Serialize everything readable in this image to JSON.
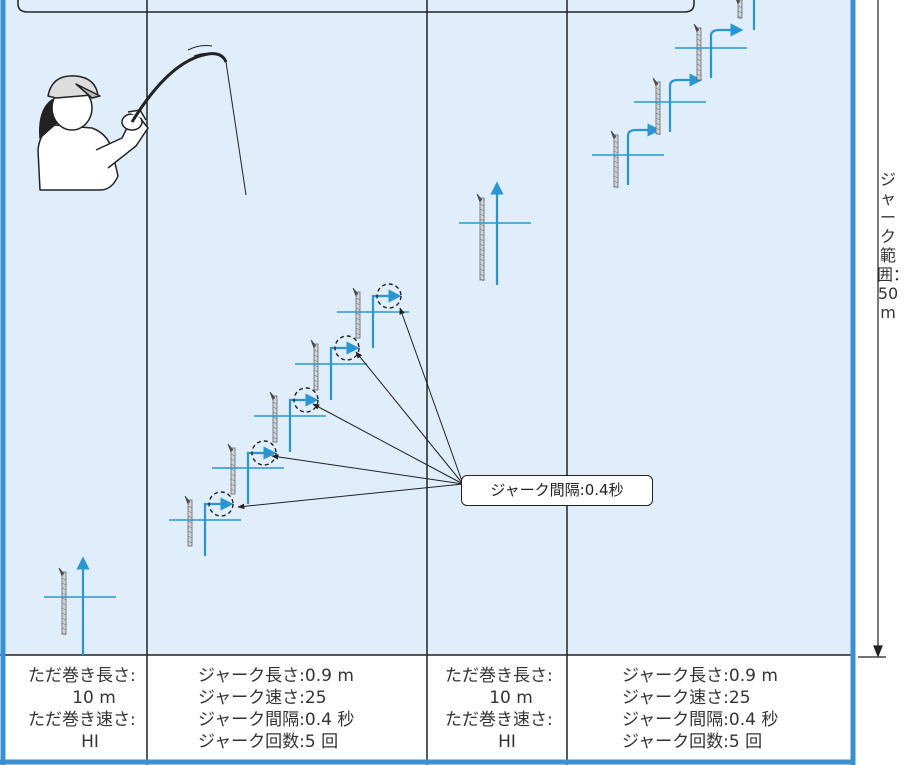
{
  "colors": {
    "panel_bg": "#dfeefa",
    "frame": "#3b8fd0",
    "arrow": "#2a95d0",
    "line": "#222222",
    "text": "#333333"
  },
  "icons": [
    "angler-illustration",
    "fishing-rod-icon",
    "lure-icon",
    "move-arrow-icon"
  ],
  "range_label": "ジャーク範囲：50 m",
  "callout": "ジャーク間隔:0.4秒",
  "sections": [
    {
      "type": "ただ巻き",
      "lines": [
        "ただ巻き長さ:",
        "10 m",
        "ただ巻き速さ:",
        "HI"
      ]
    },
    {
      "type": "ジャーク",
      "lines": [
        "ジャーク長さ:0.9 m",
        "ジャーク速さ:25",
        "ジャーク間隔:0.4 秒",
        "ジャーク回数:5 回"
      ]
    },
    {
      "type": "ただ巻き",
      "lines": [
        "ただ巻き長さ:",
        "10 m",
        "ただ巻き速さ:",
        "HI"
      ]
    },
    {
      "type": "ジャーク",
      "lines": [
        "ジャーク長さ:0.9 m",
        "ジャーク速さ:25",
        "ジャーク間隔:0.4 秒",
        "ジャーク回数:5 回"
      ]
    }
  ]
}
